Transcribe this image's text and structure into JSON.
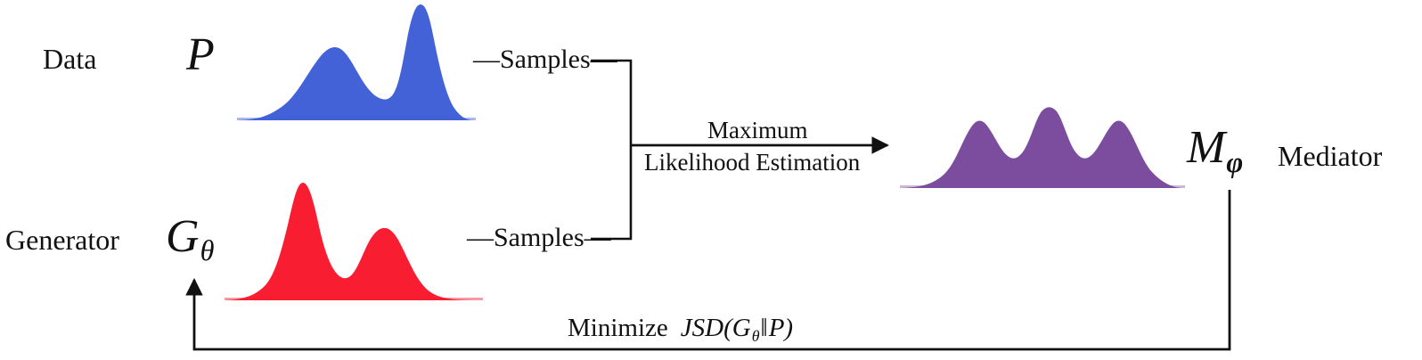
{
  "figure": {
    "title": "Mediator-based GAN training schematic",
    "background": "#ffffff"
  },
  "labels": {
    "data": "Data",
    "data_symbol": "P",
    "generator": "Generator",
    "generator_symbol": "G",
    "generator_subscript": "θ",
    "mediator": "Mediator",
    "mediator_symbol": "M",
    "mediator_subscript": "φ",
    "samples_top": "—Samples—",
    "samples_bottom": "—Samples—",
    "mle_line1": "Maximum",
    "mle_line2": "Likelihood Estimation",
    "minimize_word": "Minimize",
    "jsd_expr_open": "JSD(",
    "jsd_g": "G",
    "jsd_g_sub": "θ",
    "jsd_bars": "‖",
    "jsd_p": "P",
    "jsd_expr_close": ")"
  },
  "colors": {
    "data_distribution": "#4362D8",
    "generator_distribution": "#F81D31",
    "mediator_distribution": "#7C4D9E",
    "stroke": "#111111",
    "text": "#111111"
  },
  "chart_data": {
    "type": "area",
    "description": "Three kernel-density style probability distribution silhouettes",
    "distributions": [
      {
        "name": "Data distribution P",
        "color": "#4362D8",
        "modes": 2,
        "peak_heights": [
          0.62,
          1.0
        ],
        "peak_positions": [
          0.38,
          0.72
        ],
        "baseline_y": 135,
        "x_range": [
          266,
          532
        ]
      },
      {
        "name": "Generator distribution G_theta",
        "color": "#F81D31",
        "modes": 2,
        "peak_heights": [
          1.0,
          0.62
        ],
        "peak_positions": [
          0.3,
          0.6
        ],
        "baseline_y": 337,
        "x_range": [
          252,
          540
        ]
      },
      {
        "name": "Mediator distribution M_phi",
        "color": "#7C4D9E",
        "modes": 3,
        "peak_heights": [
          0.83,
          1.0,
          0.83
        ],
        "peak_positions": [
          0.26,
          0.52,
          0.79
        ],
        "baseline_y": 211,
        "x_range": [
          1012,
          1326
        ]
      }
    ],
    "xlabel": "",
    "ylabel": "",
    "grid": false,
    "legend": "none"
  },
  "connectors": [
    {
      "name": "samples-top-branch",
      "from": "Data distribution",
      "to": "junction"
    },
    {
      "name": "samples-bottom-branch",
      "from": "Generator distribution",
      "to": "junction"
    },
    {
      "name": "mle-arrow",
      "from": "junction",
      "to": "Mediator distribution",
      "label": "Maximum Likelihood Estimation"
    },
    {
      "name": "feedback-arrow",
      "from": "Mediator",
      "to": "Generator",
      "label": "Minimize JSD(Gθ‖P)"
    }
  ]
}
